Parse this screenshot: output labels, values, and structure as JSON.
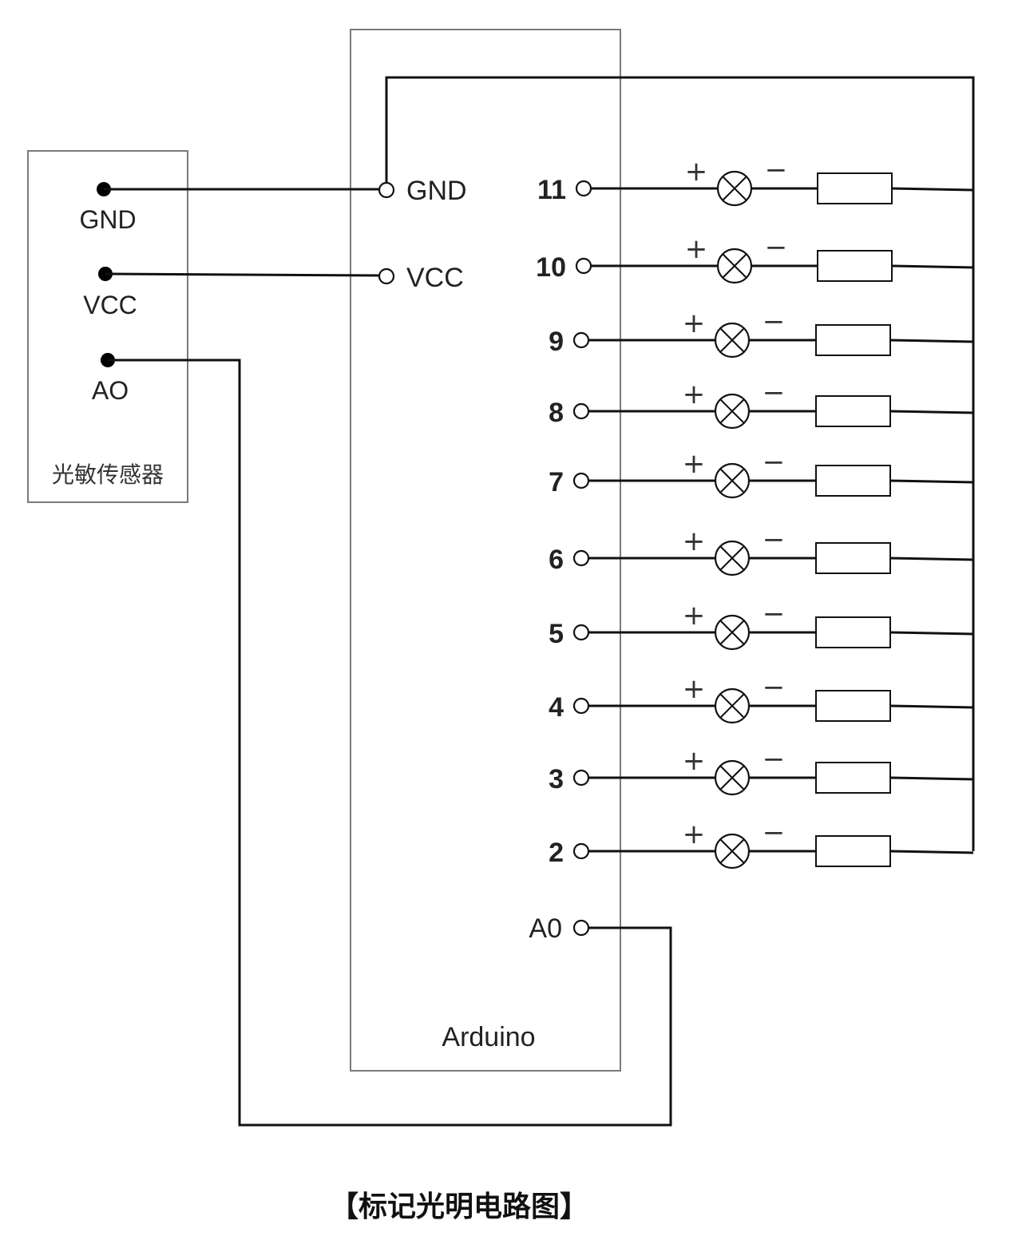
{
  "diagram": {
    "sensor": {
      "title": "光敏传感器",
      "pins": [
        "GND",
        "VCC",
        "AO"
      ]
    },
    "arduino": {
      "title": "Arduino",
      "power_pins": [
        "GND",
        "VCC"
      ],
      "led_pins": [
        "11",
        "10",
        "9",
        "8",
        "7",
        "6",
        "5",
        "4",
        "3",
        "2"
      ],
      "analog_pin": "A0"
    },
    "led_polarity": {
      "plus": "+",
      "minus": "−"
    }
  },
  "caption": "【标记光明电路图】"
}
